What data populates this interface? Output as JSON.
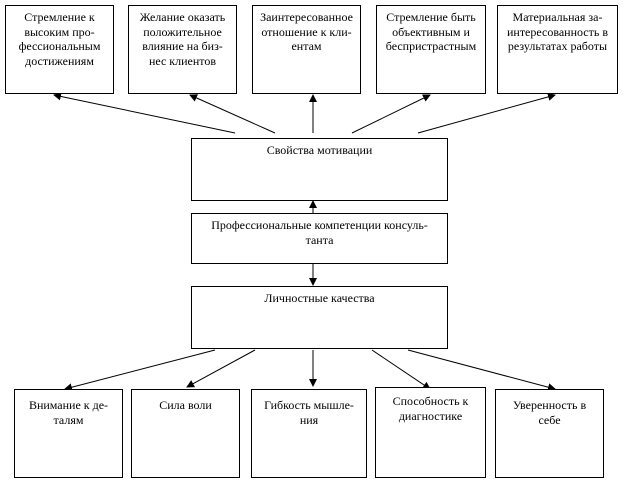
{
  "diagram": {
    "top_boxes": [
      {
        "text": "Стремление к\nвысоким про-\nфессиональным\nдостижениям"
      },
      {
        "text": "Желание оказать\nположительное\nвлияние на биз-\nнес клиентов"
      },
      {
        "text": "Заинтересованное\nотношение к кли-\nентам"
      },
      {
        "text": "Стремление быть\nобъективным и\nбеспристрастным"
      },
      {
        "text": "Материальная за-\nинтересованность в\nрезультатах работы"
      }
    ],
    "motivation_box": {
      "text": "Свойства мотивации"
    },
    "competence_box": {
      "text": "Профессиональные компетенции консуль-\nтанта"
    },
    "personal_box": {
      "text": "Личностные качества"
    },
    "bottom_boxes": [
      {
        "text": "Внимание к де-\nталям"
      },
      {
        "text": "Сила воли"
      },
      {
        "text": "Гибкость мышле-\nния"
      },
      {
        "text": "Способность к\nдиагностике"
      },
      {
        "text": "Уверенность в\nсебе"
      }
    ]
  }
}
